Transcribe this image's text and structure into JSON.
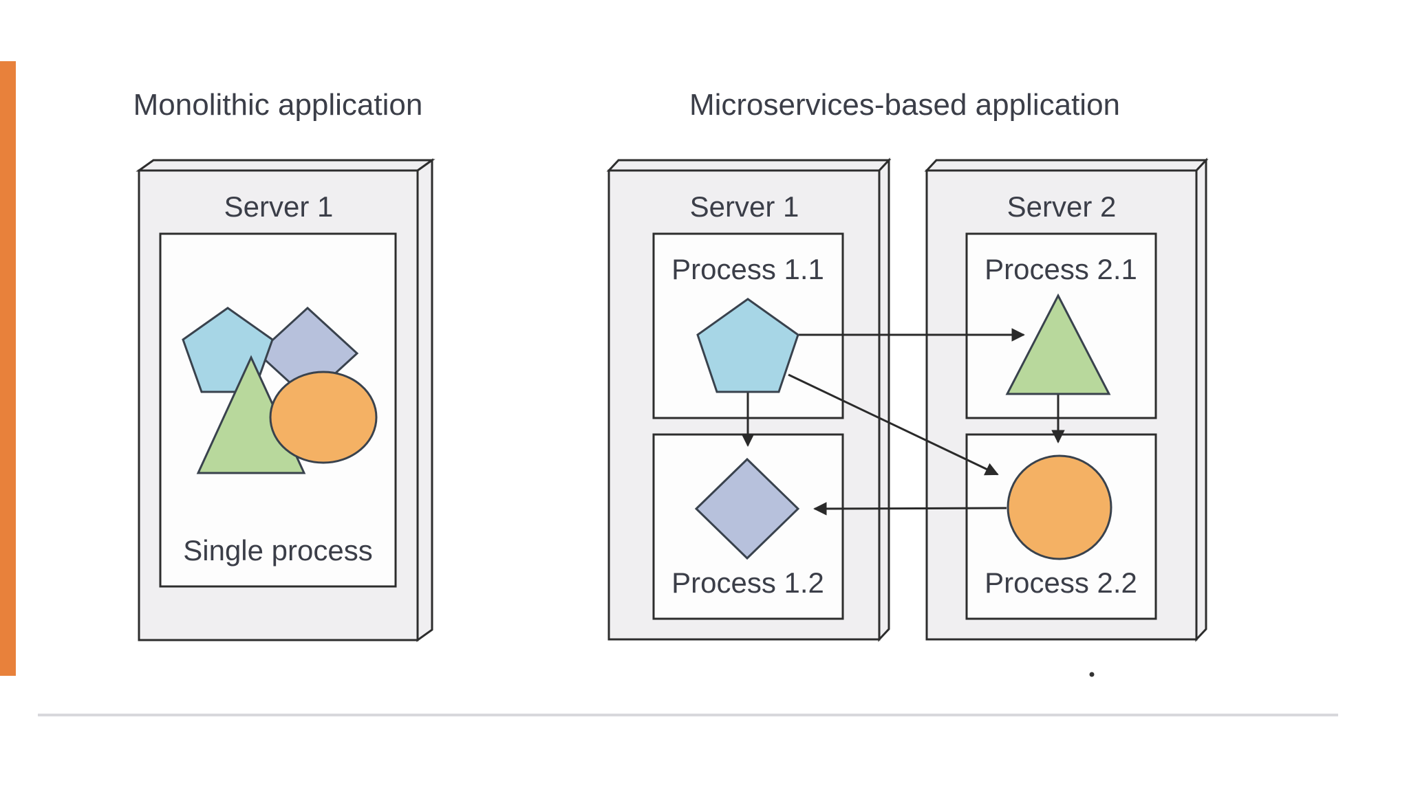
{
  "titles": {
    "monolithic": "Monolithic application",
    "microservices": "Microservices-based application"
  },
  "monolith": {
    "server_label": "Server 1",
    "process_label": "Single process",
    "components": [
      "pentagon",
      "diamond",
      "triangle",
      "circle"
    ]
  },
  "microservices": {
    "server1": {
      "label": "Server 1",
      "process_top": {
        "label": "Process 1.1",
        "shape": "pentagon"
      },
      "process_bottom": {
        "label": "Process 1.2",
        "shape": "diamond"
      }
    },
    "server2": {
      "label": "Server 2",
      "process_top": {
        "label": "Process 2.1",
        "shape": "triangle"
      },
      "process_bottom": {
        "label": "Process 2.2",
        "shape": "circle"
      }
    },
    "connections": [
      "pentagon -> triangle",
      "pentagon -> diamond",
      "pentagon -> circle",
      "triangle -> circle",
      "circle -> diamond"
    ]
  },
  "colors": {
    "accent_bar": "#e8813b",
    "separator": "#d8d8dc",
    "server_fill": "#f0eff1",
    "process_fill": "#fdfdfd",
    "pentagon_fill": "#a7d6e6",
    "diamond_fill": "#b7c1dc",
    "triangle_fill": "#b8d89c",
    "circle_fill": "#f4b164",
    "text": "#3b3e48",
    "line": "#2a2a2a",
    "dot": "#333333"
  }
}
